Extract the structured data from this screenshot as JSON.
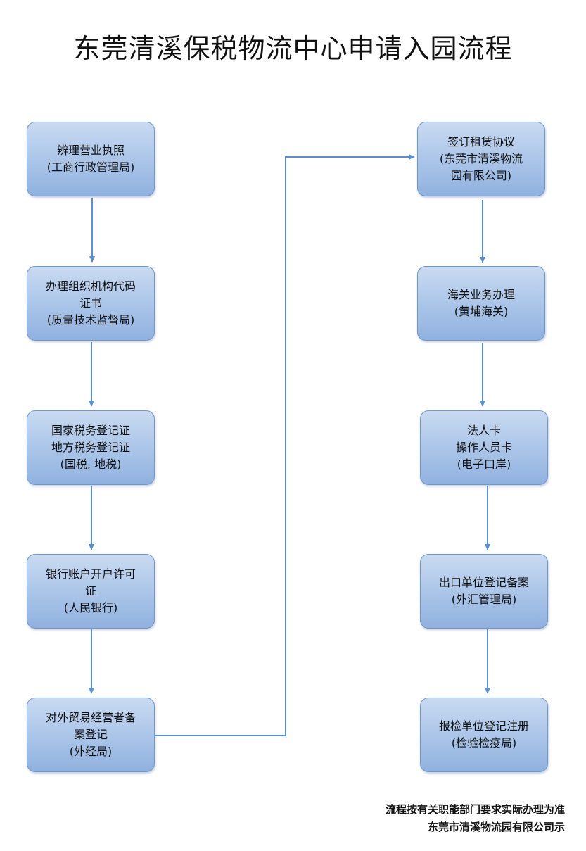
{
  "title": "东莞清溪保税物流中心申请入园流程",
  "left_steps": [
    {
      "lines": [
        "辨理营业执照",
        "(工商行政管理局)"
      ]
    },
    {
      "lines": [
        "办理组织机构代码",
        "证书",
        "(质量技术监督局)"
      ]
    },
    {
      "lines": [
        "国家税务登记证",
        "地方税务登记证",
        "(国税, 地税)"
      ]
    },
    {
      "lines": [
        "银行账户开户许可",
        "证",
        "(人民银行)"
      ]
    },
    {
      "lines": [
        "对外贸易经营者备",
        "案登记",
        "(外经局)"
      ]
    }
  ],
  "right_steps": [
    {
      "lines": [
        "签订租赁协议",
        "(东莞市清溪物流",
        "园有限公司)"
      ]
    },
    {
      "lines": [
        "海关业务办理",
        "(黄埔海关)"
      ]
    },
    {
      "lines": [
        "法人卡",
        "操作人员卡",
        "(电子口岸)"
      ]
    },
    {
      "lines": [
        "出口单位登记备案",
        "(外汇管理局)"
      ]
    },
    {
      "lines": [
        "报检单位登记注册",
        "(检验检疫局)"
      ]
    }
  ],
  "footer": {
    "note": "流程按有关职能部门要求实际办理为准",
    "issuer": "东莞市清溪物流园有限公司示"
  },
  "colors": {
    "connector": "#5b8fcf",
    "box_border": "#6f97c9"
  }
}
